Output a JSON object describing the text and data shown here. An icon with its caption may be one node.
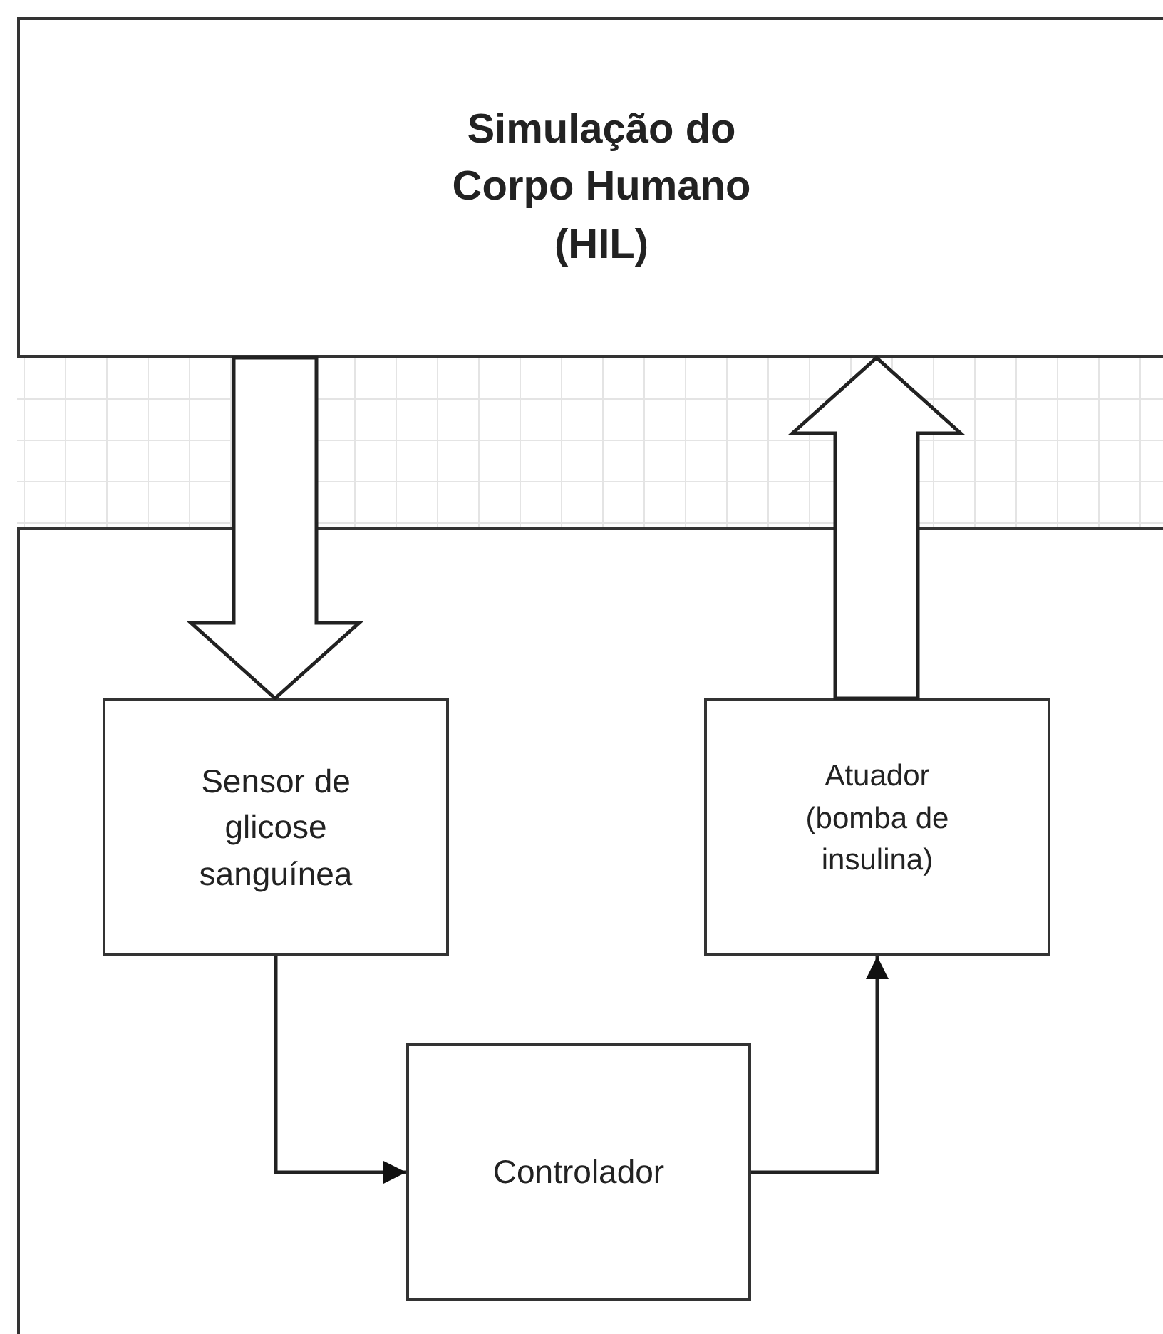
{
  "diagram": {
    "nodes": [
      {
        "text": [
          "Simulação do Corpo Humano (HIL)"
        ]
      },
      {
        "text": [],
        "shape": "box"
      },
      {
        "text": [
          "Sensor de glicose sanguínea"
        ],
        "in": 1
      },
      {
        "text": [
          "Atuador (bomba de insulina)"
        ],
        "in": 1
      },
      {
        "text": [
          "Controlador"
        ],
        "in": 1
      }
    ],
    "edges": [
      {
        "from": 0,
        "to": 2,
        "arrow": "to",
        "style": "thick"
      },
      {
        "from": 3,
        "to": 0,
        "arrow": "to",
        "style": "thick"
      },
      {
        "from": 2,
        "to": 4,
        "arrow": "to"
      },
      {
        "from": 4,
        "to": 3,
        "arrow": "to"
      }
    ]
  }
}
